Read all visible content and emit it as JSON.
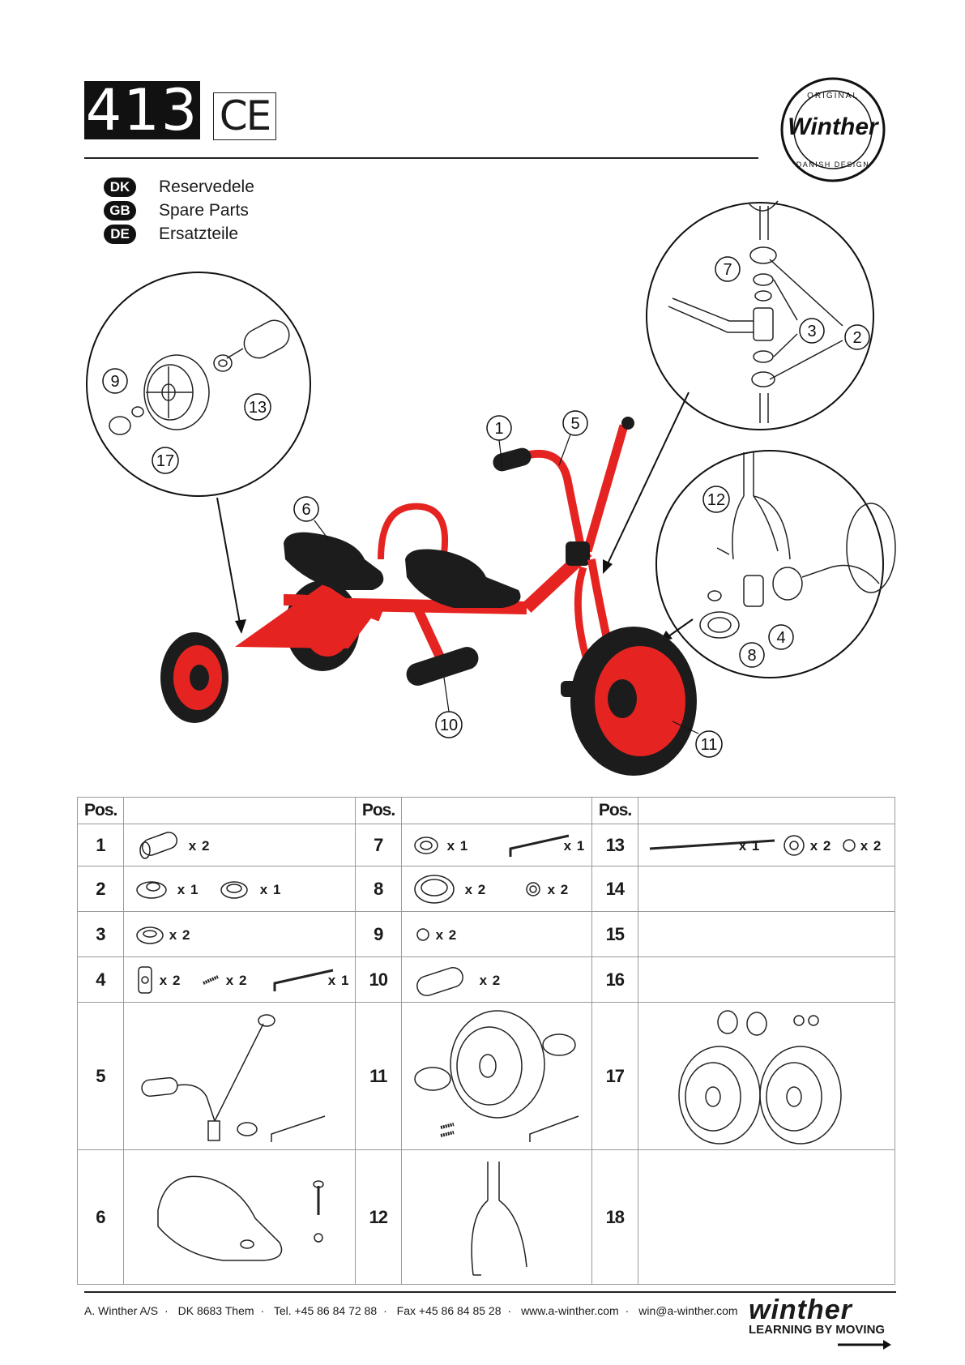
{
  "header": {
    "model_number": "413",
    "ce_mark": "CE"
  },
  "logo": {
    "top_text": "ORIGINAL",
    "brand": "Winther",
    "bottom_text": "DANISH DESIGN"
  },
  "languages": [
    {
      "code": "DK",
      "label": "Reservedele"
    },
    {
      "code": "GB",
      "label": "Spare Parts"
    },
    {
      "code": "DE",
      "label": "Ersatzteile"
    }
  ],
  "callouts": [
    "1",
    "2",
    "3",
    "4",
    "5",
    "6",
    "7",
    "8",
    "9",
    "10",
    "11",
    "12",
    "13",
    "17"
  ],
  "table": {
    "pos_header": "Pos.",
    "rows": [
      {
        "left": {
          "pos": "1",
          "qty": [
            "x 2"
          ]
        },
        "mid": {
          "pos": "7",
          "qty": [
            "x 1",
            "x 1"
          ]
        },
        "right": {
          "pos": "13",
          "qty": [
            "x 1",
            "x 2",
            "x 2"
          ]
        }
      },
      {
        "left": {
          "pos": "2",
          "qty": [
            "x 1",
            "x 1"
          ]
        },
        "mid": {
          "pos": "8",
          "qty": [
            "x 2",
            "x 2"
          ]
        },
        "right": {
          "pos": "14",
          "qty": []
        }
      },
      {
        "left": {
          "pos": "3",
          "qty": [
            "x 2"
          ]
        },
        "mid": {
          "pos": "9",
          "qty": [
            "x 2"
          ]
        },
        "right": {
          "pos": "15",
          "qty": []
        }
      },
      {
        "left": {
          "pos": "4",
          "qty": [
            "x 2",
            "x 2",
            "x 1"
          ]
        },
        "mid": {
          "pos": "10",
          "qty": [
            "x 2"
          ]
        },
        "right": {
          "pos": "16",
          "qty": []
        }
      },
      {
        "left": {
          "pos": "5",
          "qty": []
        },
        "mid": {
          "pos": "11",
          "qty": []
        },
        "right": {
          "pos": "17",
          "qty": []
        }
      },
      {
        "left": {
          "pos": "6",
          "qty": []
        },
        "mid": {
          "pos": "12",
          "qty": []
        },
        "right": {
          "pos": "18",
          "qty": []
        }
      }
    ]
  },
  "footer": {
    "company": "A. Winther A/S",
    "address": "DK 8683 Them",
    "tel": "Tel. +45 86 84 72 88",
    "fax": "Fax +45 86 84 85 28",
    "web": "www.a-winther.com",
    "email": "win@a-winther.com",
    "brand": "winther",
    "slogan": "LEARNING BY MOVING"
  },
  "colors": {
    "frame_red": "#e52421",
    "tire_black": "#1c1c1c",
    "ink": "#1a1a1a"
  }
}
